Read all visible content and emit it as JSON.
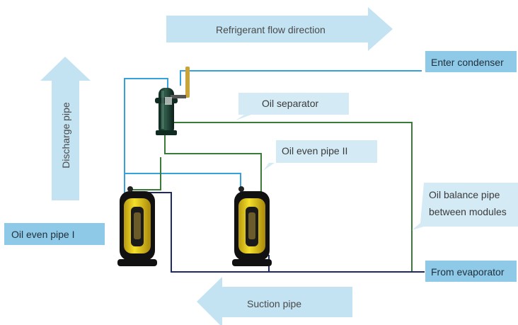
{
  "labels": {
    "refrigerant_flow": "Refrigerant flow direction",
    "discharge_pipe": "Discharge pipe",
    "suction_pipe": "Suction pipe",
    "enter_condenser": "Enter condenser",
    "oil_separator": "Oil separator",
    "oil_even_pipe_2": "Oil even pipe II",
    "oil_balance_line1": "Oil balance pipe",
    "oil_balance_line2": "between modules",
    "oil_even_pipe_1": "Oil even pipe I",
    "from_evaporator": "From evaporator"
  },
  "colors": {
    "arrow_fill": "#c3e3f3",
    "box_fill": "#8fc9e8",
    "callout_fill": "#d4ebf6",
    "discharge_line": "#35a2dd",
    "oil_line": "#3b7b3a",
    "suction_line": "#1e2a66",
    "compressor_yellow": "#e8d21b",
    "separator_body": "#16382c"
  }
}
